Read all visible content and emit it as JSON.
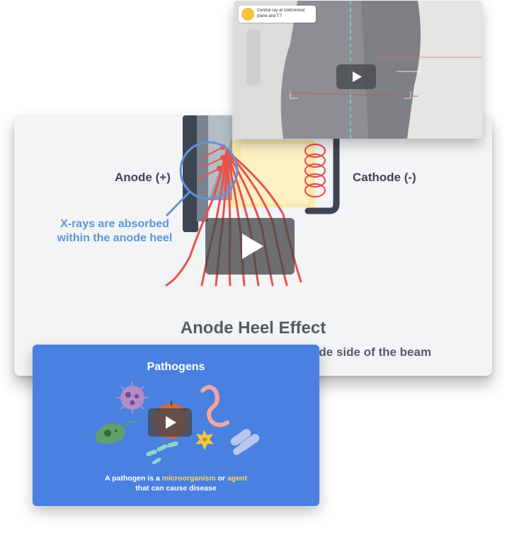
{
  "anode_card": {
    "anode_label": "Anode (+)",
    "cathode_label": "Cathode (-)",
    "note_line1": "X-rays are absorbed",
    "note_line2": "within the anode heel",
    "title": "Anode Heel Effect",
    "subtitle": "ode side of the beam",
    "colors": {
      "ray": "#e8524a",
      "note": "#5f95d9",
      "anode": "#3d4452",
      "cathode_glow": "#fbe39a"
    }
  },
  "video_card": {
    "tip_icon": "lightbulb-icon",
    "tip_text": "Central ray at midcoronal plane and T7"
  },
  "pathogen_card": {
    "title": "Pathogens",
    "desc_prefix": "A pathogen is a ",
    "desc_highlight1": "microorganism",
    "desc_mid": " or ",
    "desc_highlight2": "agent",
    "desc_suffix": "that can cause disease",
    "colors": {
      "background": "#4a80df",
      "highlight": "#f8d36a"
    }
  },
  "play_icon": "play-icon"
}
